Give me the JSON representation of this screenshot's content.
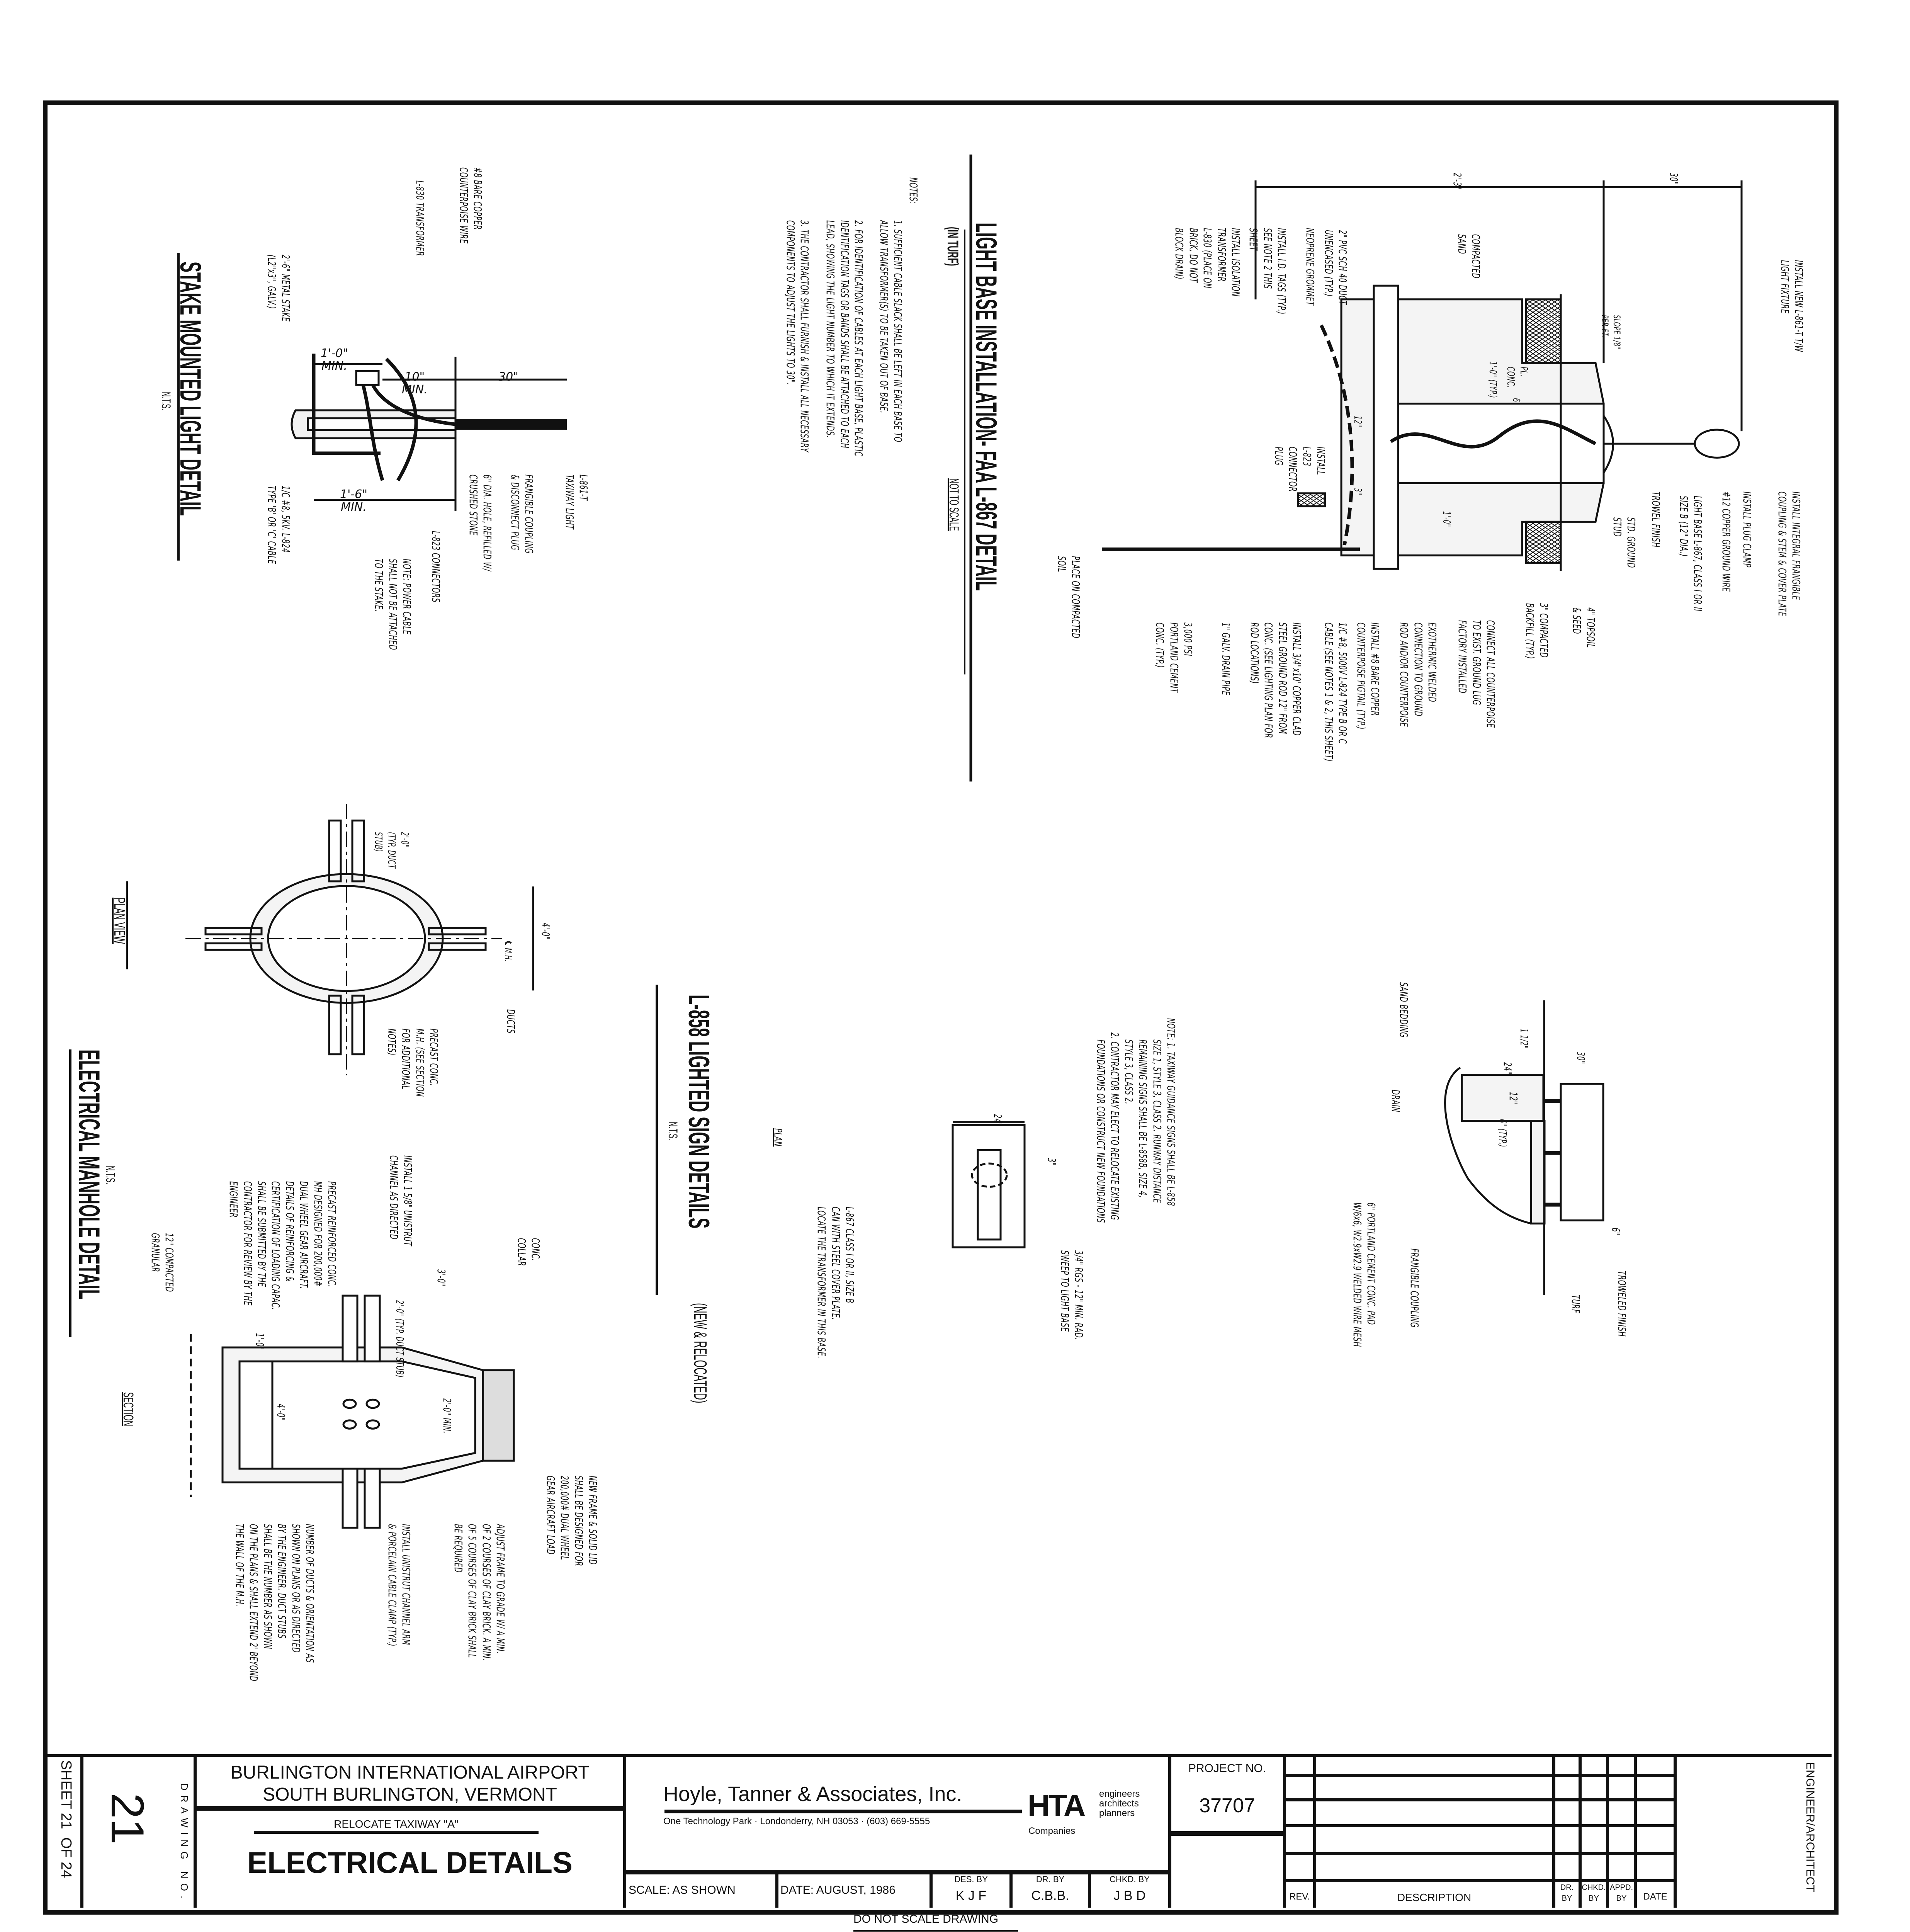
{
  "light_base": {
    "title": "LIGHT BASE INSTALLATION- FAA L-867 DETAIL",
    "subtitle": "(IN TURF)",
    "scale": "NOT TO SCALE",
    "notes_heading": "NOTES:",
    "notes": [
      "1. SUFFICIENT CABLE SLACK SHALL BE LEFT IN EACH BASE TO\nALLOW TRANSFORMER(S) TO BE TAKEN OUT OF BASE.",
      "2. FOR IDENTIFICATION OF CABLES AT EACH LIGHT BASE, PLASTIC\nIDENTIFICATION TAGS OR BANDS SHALL BE ATTACHED TO EACH\nLEAD, SHOWING THE LIGHT NUMBER TO WHICH IT EXTENDS.",
      "3. THE CONTRACTOR SHALL FURNISH & INSTALL ALL NECESSARY\nCOMPONENTS TO ADJUST THE LIGHTS TO 30\"."
    ],
    "labels": {
      "fixture": "INSTALL NEW L-861-T T/W\nLIGHT FIXTURE",
      "coupling": "INSTALL INTEGRAL FRANGIBLE\nCOUPLING & STEM & COVER PLATE",
      "plug_clamp": "INSTALL PLUG CLAMP",
      "ground_wire": "#12 COPPER GROUND WIRE",
      "light_base": "LIGHT BASE L-867, CLASS I OR II\nSIZE B (12\" DIA.)",
      "trowel": "TROWEL FINISH",
      "ground_stud": "STD. GROUND\nSTUD",
      "topsoil": "4\" TOPSOIL\n& SEED",
      "backfill": "3\" COMPACTED\nBACKFILL (TYP.)",
      "counterpoise_connect": "CONNECT ALL COUNTERPOISE\nTO EXIST. GROUND LUG\nFACTORY INSTALLED",
      "sand": "COMPACTED\nSAND",
      "duct": "2\" PVC SCH 40 DUCT\nUNENCASED (TYP.)",
      "grommet": "NEOPRENE GROMMET",
      "id_tags": "INSTALL I.D. TAGS (TYP.)\nSEE NOTE 2 THIS\nSHEET",
      "transformer": "INSTALL ISOLATION\nTRANSFORMER\nL-830 (PLACE ON\nBRICK, DO NOT\nBLOCK DRAIN)",
      "connector": "INSTALL\nL-823\nCONNECTOR\nPLUG",
      "soil": "PLACE ON COMPACTED\nSOIL",
      "concrete": "3,000 PSI\nPORTLAND CEMENT\nCONC. (TYP.)",
      "drain": "1\" GALV. DRAIN PIPE",
      "ground_rod": "INSTALL 3/4\"x10' COPPER CLAD\nSTEEL GROUND ROD 12\" FROM\nCONC. (SEE LIGHTING PLAN FOR\nROD LOCATIONS)",
      "cable": "1/C #8, 5000V L-824 TYPE B OR C\nCABLE (SEE NOTES 1 & 2, THIS SHEET)",
      "pigtail": "INSTALL #8 BARE COPPER\nCOUNTERPOISE PIGTAIL (TYP.)",
      "exothermic": "EXOTHERMIC WELDED\nCONNECTION TO GROUND\nROD AND/OR COUNTERPOISE",
      "slope": "SLOPE 1/8\"\nPER FT.",
      "pl_conc": "PL.\nCONC."
    },
    "dims": {
      "width_a": "2'-3\"",
      "width_b": "30\"",
      "typ": "1'-0\" (TYP.)",
      "six": "6\"",
      "twelve": "12\"",
      "three": "3\"",
      "one_ft": "1'-0\""
    }
  },
  "stake_detail": {
    "title": "STAKE MOUNTED LIGHT DETAIL",
    "scale": "N.T.S.",
    "labels": {
      "counterpoise": "#8 BARE COPPER\nCOUNTERPOISE WIRE",
      "transformer": "L-830 TRANSFORMER",
      "stake": "2'-6\" METAL STAKE\n(L2\"x3\", GALV.)",
      "light": "L-861-T\nTAXIWAY LIGHT",
      "coupling": "FRANGIBLE COUPLING\n& DISCONNECT PLUG",
      "hole": "6\" DIA. HOLE, REFILLED W/\nCRUSHED STONE",
      "connectors": "L-823 CONNECTORS",
      "note": "NOTE: POWER CABLE\nSHALL NOT BE ATTACHED\nTO THE STAKE.",
      "cable": "1/C #8, 5KV. L-824\nTYPE 'B' OR 'C' CABLE"
    },
    "dims": {
      "a": "1'-0\"\nMIN.",
      "b": "10\"\nMIN.",
      "c": "30\"",
      "d": "1'-6\"\nMIN."
    }
  },
  "manhole": {
    "title": "ELECTRICAL MANHOLE DETAIL",
    "scale": "N.T.S.",
    "plan_label": "PLAN VIEW",
    "section_label": "SECTION",
    "plan_labels": {
      "ducts": "DUCTS",
      "precast": "PRECAST CONC.\nM.H. (SEE SECTION\nFOR ADDITIONAL\nNOTES)",
      "stub": "2'-0\"\n(TYP. DUCT\nSTUB)",
      "dia": "4'-0\"",
      "cl": "℄ M.H."
    },
    "section_labels": {
      "lid": "NEW FRAME & SOLID LID\nSHALL BE DESIGNED FOR\n200,000# DUAL WHEEL\nGEAR AIRCRAFT LOAD",
      "adjust": "ADJUST FRAME TO GRADE W/ A MIN.\nOF 2 COURSES OF CLAY BRICK. A MIN.\nOF 5 COURSES OF CLAY BRICK SHALL\nBE REQUIRED",
      "unistrut_arm": "INSTALL UNISTRUT CHANNEL ARM\n& PORCELAIN CABLE CLAMP (TYP.)",
      "ducts": "NUMBER OF DUCTS & ORIENTATION AS\nSHOWN ON PLANS OR AS DIRECTED\nBY THE ENGINEER. DUCT STUBS\nSHALL BE THE NUMBER AS SHOWN\nON THE PLANS & SHALL EXTEND 2' BEYOND\nTHE WALL OF THE M.H.",
      "granular": "12\" COMPACTED\nGRANULAR",
      "precast": "PRECAST REINFORCED CONC.\nMH DESIGNED FOR 200,000#\nDUAL WHEEL GEAR AIRCRAFT.\nDETAILS OF REINFORCING &\nCERTIFICATION OF LOADING CAPAC.\nSHALL BE SUBMITTED BY THE\nCONTRACTOR FOR REVIEW BY THE\nENGINEER",
      "unistrut": "INSTALL 1 5/8\" UNISTRUT\nCHANNEL AS DIRECTED",
      "collar": "CONC.\nCOLLAR"
    },
    "dims": {
      "a": "3'-0\"",
      "b": "2'-0\" (TYP. DUCT STUB)",
      "c": "1'-0\"",
      "d": "4'-0\"",
      "e": "2'-0\" MIN."
    }
  },
  "sign": {
    "title": "L-858 LIGHTED SIGN DETAILS",
    "title_suffix": "(NEW & RELOCATED)",
    "scale": "N.T.S.",
    "plan_label": "PLAN",
    "note": "NOTE: 1. TAXIWAY GUIDANCE SIGNS SHALL BE L-858\n         SIZE 1, STYLE 3, CLASS 2. RUNWAY DISTANCE\n         REMAINING SIGNS SHALL BE L-858B, SIZE 4,\n         STYLE 3, CLASS 2.\n      2. CONTRACTOR MAY ELECT TO RELOCATE EXISTING\n         FOUNDATIONS OR CONSTRUCT NEW FOUNDATIONS",
    "labels": {
      "sweep": "3/4\" RGS - 12\" MIN. RAD.\nSWEEP TO LIGHT BASE",
      "can": "L-867 CLASS I OR II, SIZE B\nCAN WITH STEEL COVER PLATE.\nLOCATE THE TRANSFORMER IN THIS BASE.",
      "sand": "SAND BEDDING",
      "drain": "DRAIN",
      "pad": "6\" PORTLAND CEMENT CONC. PAD\nW/6x6, W2.9xW2.9 WELDED WIRE MESH",
      "coupling": "FRANGIBLE COUPLING",
      "turf": "TURF",
      "finish": "TROWELED FINISH"
    },
    "dims": {
      "w": "24\"",
      "off": "3\"",
      "h": "30\"",
      "d": "24\"",
      "e": "1 1/2\"",
      "f": "12\"",
      "g": "6\" (TYP.)",
      "k": "6\""
    }
  },
  "title_block": {
    "sheet": "SHEET 21  OF 24",
    "drawing_no_label": "DRAWING NO.",
    "drawing_no": "21",
    "client_line1": "BURLINGTON INTERNATIONAL AIRPORT",
    "client_line2": "SOUTH BURLINGTON, VERMONT",
    "project": "RELOCATE TAXIWAY \"A\"",
    "sheet_title": "ELECTRICAL DETAILS",
    "firm": "Hoyle, Tanner & Associates, Inc.",
    "address": "One Technology Park · Londonderry, NH 03053 · (603) 669-5555",
    "logo": "HTA",
    "logo_tagline": "engineers\narchitects\nplanners",
    "logo_sub": "Companies",
    "scale": "SCALE: AS SHOWN",
    "date": "DATE: AUGUST, 1986",
    "des_by_label": "DES. BY",
    "des_by": "K J F",
    "dr_by_label": "DR. BY",
    "dr_by": "C.B.B.",
    "chkd_by_label": "CHKD. BY",
    "chkd_by": "J B D",
    "project_no_label": "PROJECT NO.",
    "project_no": "37707",
    "rev_headers": [
      "REV.",
      "DESCRIPTION",
      "DR.\nBY",
      "CHKD.\nBY",
      "APPD.\nBY",
      "DATE"
    ],
    "engineer": "ENGINEER/ARCHITECT",
    "footer": "DO NOT SCALE DRAWING"
  }
}
